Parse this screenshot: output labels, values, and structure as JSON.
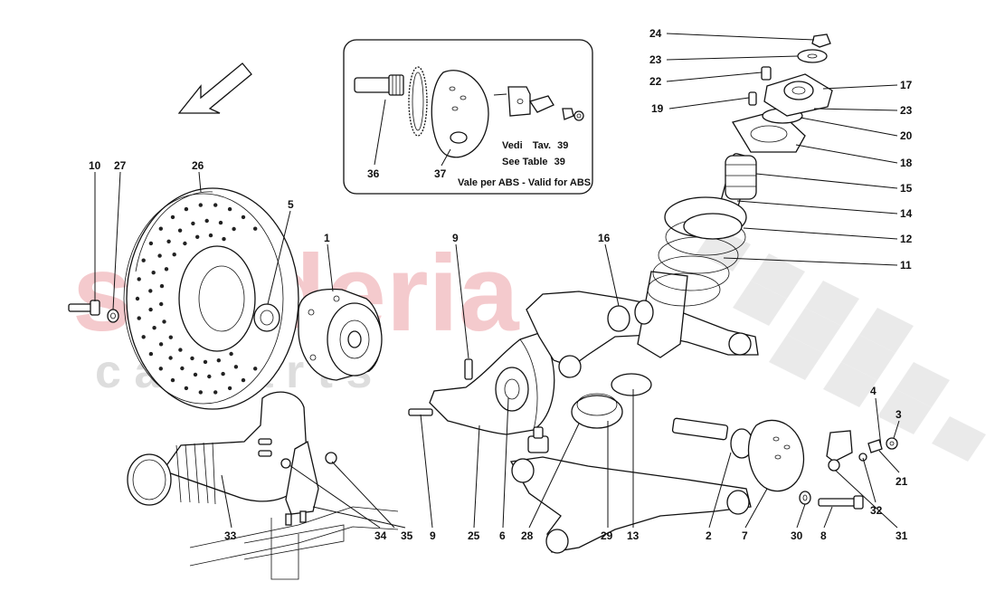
{
  "watermark": {
    "brand": "scuderia",
    "sub": "c a r p a r t s"
  },
  "inset": {
    "line1_it": "Vedi",
    "line1_tav": "Tav.",
    "line1_num": "39",
    "line2_en": "See Table",
    "line2_num": "39",
    "caption": "Vale per ABS - Valid for ABS"
  },
  "callouts": [
    {
      "id": "24",
      "text": "24"
    },
    {
      "id": "23a",
      "text": "23"
    },
    {
      "id": "22",
      "text": "22"
    },
    {
      "id": "17",
      "text": "17"
    },
    {
      "id": "19",
      "text": "19"
    },
    {
      "id": "23b",
      "text": "23"
    },
    {
      "id": "20",
      "text": "20"
    },
    {
      "id": "18",
      "text": "18"
    },
    {
      "id": "15",
      "text": "15"
    },
    {
      "id": "14",
      "text": "14"
    },
    {
      "id": "12",
      "text": "12"
    },
    {
      "id": "11",
      "text": "11"
    },
    {
      "id": "36",
      "text": "36"
    },
    {
      "id": "37",
      "text": "37"
    },
    {
      "id": "10",
      "text": "10"
    },
    {
      "id": "27",
      "text": "27"
    },
    {
      "id": "26",
      "text": "26"
    },
    {
      "id": "5",
      "text": "5"
    },
    {
      "id": "1",
      "text": "1"
    },
    {
      "id": "9a",
      "text": "9"
    },
    {
      "id": "16",
      "text": "16"
    },
    {
      "id": "4",
      "text": "4"
    },
    {
      "id": "3",
      "text": "3"
    },
    {
      "id": "21",
      "text": "21"
    },
    {
      "id": "32",
      "text": "32"
    },
    {
      "id": "31",
      "text": "31"
    },
    {
      "id": "33",
      "text": "33"
    },
    {
      "id": "34",
      "text": "34"
    },
    {
      "id": "35",
      "text": "35"
    },
    {
      "id": "9b",
      "text": "9"
    },
    {
      "id": "25",
      "text": "25"
    },
    {
      "id": "6",
      "text": "6"
    },
    {
      "id": "28",
      "text": "28"
    },
    {
      "id": "29",
      "text": "29"
    },
    {
      "id": "13",
      "text": "13"
    },
    {
      "id": "2",
      "text": "2"
    },
    {
      "id": "7",
      "text": "7"
    },
    {
      "id": "30",
      "text": "30"
    },
    {
      "id": "8",
      "text": "8"
    }
  ]
}
